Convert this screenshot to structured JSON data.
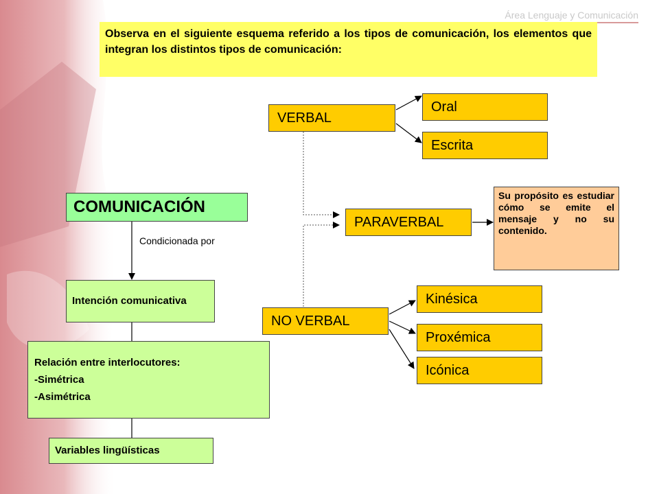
{
  "header": {
    "title": "Área Lenguaje y Comunicación"
  },
  "intro": {
    "text": "Observa en el siguiente esquema referido a los tipos de comunicación, los elementos que integran los distintos tipos de comunicación:"
  },
  "diagram": {
    "root": "COMUNICACIÓN",
    "condition_label": "Condicionada por",
    "intencion": "Intención comunicativa",
    "relacion": {
      "title": "Relación entre interlocutores:",
      "items": [
        "-Simétrica",
        "-Asimétrica"
      ]
    },
    "variables": "Variables lingüísticas",
    "verbal": {
      "label": "VERBAL",
      "children": [
        "Oral",
        "Escrita"
      ]
    },
    "paraverbal": {
      "label": "PARAVERBAL",
      "note": "Su propósito es estudiar cómo se emite el mensaje y no su contenido."
    },
    "no_verbal": {
      "label": "NO VERBAL",
      "children": [
        "Kinésica",
        "Proxémica",
        "Icónica"
      ]
    }
  },
  "colors": {
    "orange": "#ffcc00",
    "green": "#ccff99",
    "root_green": "#99ff99",
    "salmon": "#ffcc99",
    "intro_yellow": "#ffff66"
  }
}
